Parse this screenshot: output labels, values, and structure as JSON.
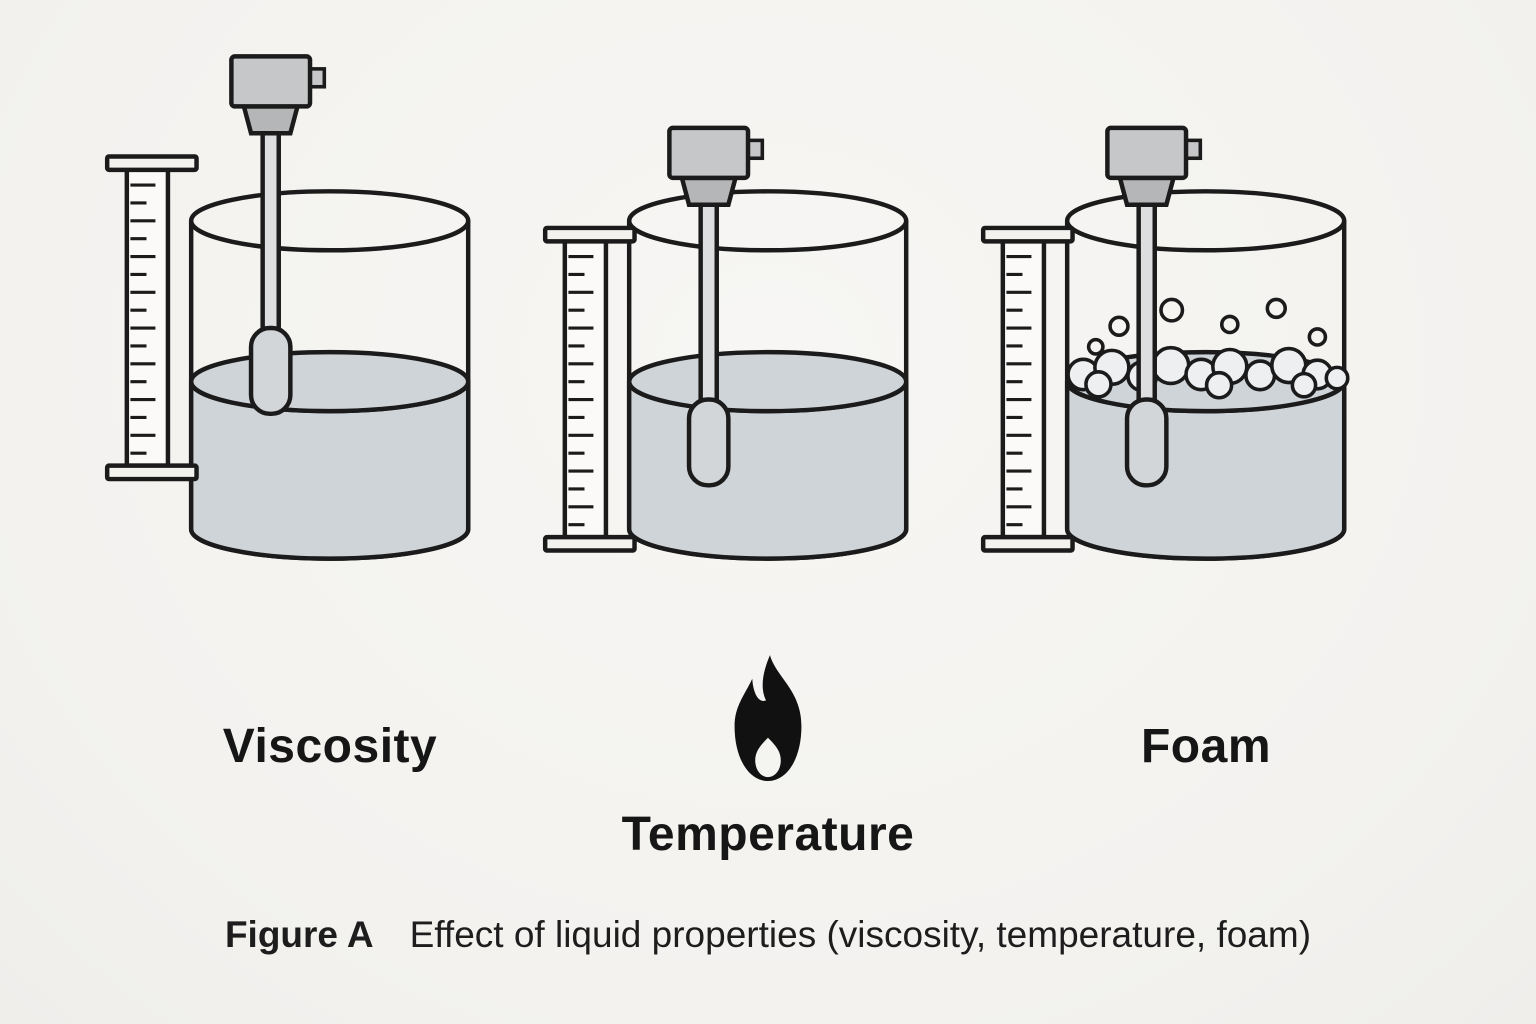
{
  "page": {
    "background": "#f5f4f1",
    "type": "technical-illustration"
  },
  "panels": [
    {
      "id": "viscosity",
      "label": "Viscosity",
      "illustration": "beaker-with-level-sensor-and-scale"
    },
    {
      "id": "temperature",
      "label": "Temperature",
      "illustration": "beaker-with-level-sensor-and-scale",
      "icon": "flame-icon"
    },
    {
      "id": "foam",
      "label": "Foam",
      "illustration": "beaker-with-level-sensor-scale-and-foam"
    }
  ],
  "caption": {
    "label": "Figure A",
    "text": "Effect of liquid properties (viscosity, temperature, foam)"
  },
  "colors": {
    "outline": "#1b1b1b",
    "liquid": "#cfd4d9",
    "device_gray": "#c6c7c8",
    "shaft_gray": "#dddedf",
    "bob_gray": "#d3d6d9",
    "scale_fill": "#fbfaf8",
    "foam_fill": "#edeff1",
    "flame": "#111111",
    "text": "#161616"
  }
}
